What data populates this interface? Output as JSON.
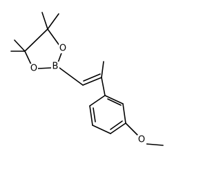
{
  "atoms": {
    "o_upper": "O",
    "o_lower": "O",
    "boron": "B",
    "o_methoxy": "O"
  },
  "colors": {
    "bond": "#000000",
    "background": "#ffffff"
  }
}
